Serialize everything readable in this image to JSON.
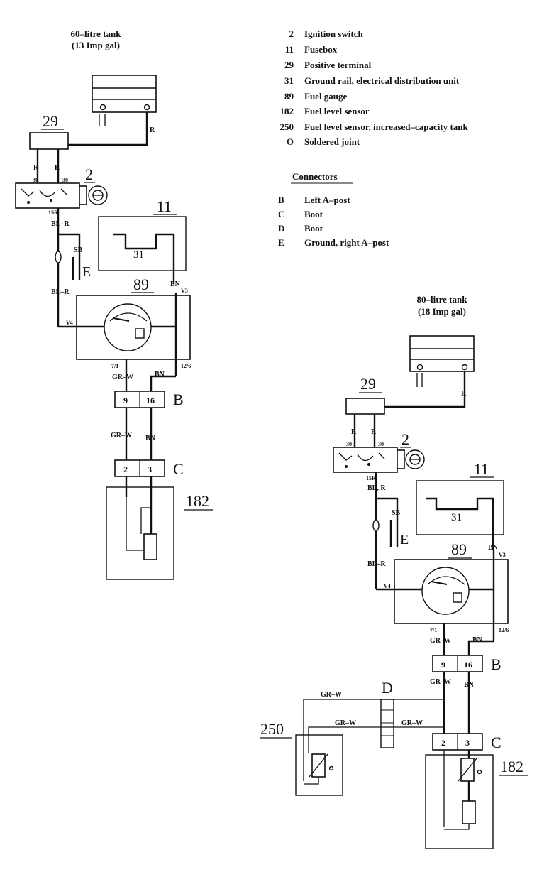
{
  "titles": {
    "tank60_line1": "60–litre tank",
    "tank60_line2": "(13 Imp gal)",
    "tank80_line1": "80–litre tank",
    "tank80_line2": "(18 Imp gal)"
  },
  "legend": {
    "components": [
      {
        "num": "2",
        "desc": "Ignition switch"
      },
      {
        "num": "11",
        "desc": "Fusebox"
      },
      {
        "num": "29",
        "desc": "Positive terminal"
      },
      {
        "num": "31",
        "desc": "Ground rail, electrical distribution unit"
      },
      {
        "num": "89",
        "desc": "Fuel gauge"
      },
      {
        "num": "182",
        "desc": "Fuel level sensor"
      },
      {
        "num": "250",
        "desc": "Fuel level sensor, increased–capacity tank"
      },
      {
        "num": "O",
        "desc": "Soldered joint"
      }
    ],
    "connectors_title": "Connectors",
    "connectors": [
      {
        "letter": "B",
        "desc": "Left A–post"
      },
      {
        "letter": "C",
        "desc": "Boot"
      },
      {
        "letter": "D",
        "desc": "Boot"
      },
      {
        "letter": "E",
        "desc": "Ground, right A–post"
      }
    ]
  },
  "labels": {
    "c29": "29",
    "c2": "2",
    "c11": "11",
    "c31": "31",
    "c89": "89",
    "c182": "182",
    "c250": "250",
    "connB": "B",
    "connC": "C",
    "connD": "D",
    "connE": "E",
    "sb": "SB",
    "pinB_left": "9",
    "pinB_right": "16",
    "pinC_left": "2",
    "pinC_right": "3",
    "gauge_pin_left": "V4",
    "gauge_pin_topright": "V3",
    "gauge_pin_bottomleft": "7/1",
    "gauge_pin_bottomright": "12/6",
    "ign_pin_left": "30",
    "ign_pin_right": "30",
    "ign_pin_out": "15R"
  },
  "wires": {
    "r": "R",
    "bl_r": "BL–R",
    "bl_r2": "BL, R",
    "bn": "BN",
    "gr_w": "GR–W"
  }
}
